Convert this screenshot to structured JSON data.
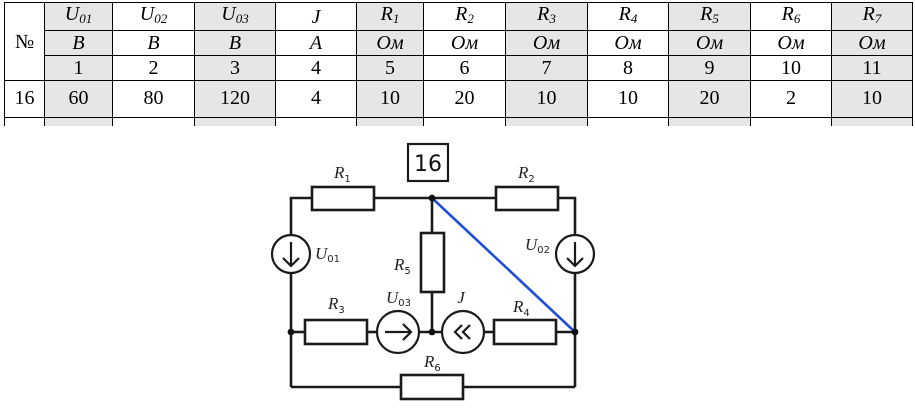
{
  "table": {
    "row_header": "№",
    "columns": [
      {
        "symbol": "U",
        "sub": "01",
        "unit": "В",
        "index": "1",
        "value": "60",
        "shaded": true
      },
      {
        "symbol": "U",
        "sub": "02",
        "unit": "В",
        "index": "2",
        "value": "80",
        "shaded": false
      },
      {
        "symbol": "U",
        "sub": "03",
        "unit": "В",
        "index": "3",
        "value": "120",
        "shaded": true
      },
      {
        "symbol": "J",
        "sub": "",
        "unit": "А",
        "index": "4",
        "value": "4",
        "shaded": false
      },
      {
        "symbol": "R",
        "sub": "1",
        "unit": "Ом",
        "index": "5",
        "value": "10",
        "shaded": true
      },
      {
        "symbol": "R",
        "sub": "2",
        "unit": "Ом",
        "index": "6",
        "value": "20",
        "shaded": false
      },
      {
        "symbol": "R",
        "sub": "3",
        "unit": "Ом",
        "index": "7",
        "value": "10",
        "shaded": true
      },
      {
        "symbol": "R",
        "sub": "4",
        "unit": "Ом",
        "index": "8",
        "value": "10",
        "shaded": false
      },
      {
        "symbol": "R",
        "sub": "5",
        "unit": "Ом",
        "index": "9",
        "value": "20",
        "shaded": true
      },
      {
        "symbol": "R",
        "sub": "6",
        "unit": "Ом",
        "index": "10",
        "value": "2",
        "shaded": false
      },
      {
        "symbol": "R",
        "sub": "7",
        "unit": "Ом",
        "index": "11",
        "value": "10",
        "shaded": true
      }
    ],
    "variant": "16"
  },
  "circuit": {
    "variant_label": "16",
    "highlight_color": "#1f4fd8",
    "wire_color": "#1a1a1a",
    "labels": {
      "R1": {
        "main": "R",
        "sub": "1"
      },
      "R2": {
        "main": "R",
        "sub": "2"
      },
      "R3": {
        "main": "R",
        "sub": "3"
      },
      "R4": {
        "main": "R",
        "sub": "4"
      },
      "R5": {
        "main": "R",
        "sub": "5"
      },
      "R6": {
        "main": "R",
        "sub": "6"
      },
      "U01": {
        "main": "U",
        "sub": "01"
      },
      "U02": {
        "main": "U",
        "sub": "02"
      },
      "U03": {
        "main": "U",
        "sub": "03"
      },
      "J": {
        "main": "J",
        "sub": ""
      }
    }
  }
}
